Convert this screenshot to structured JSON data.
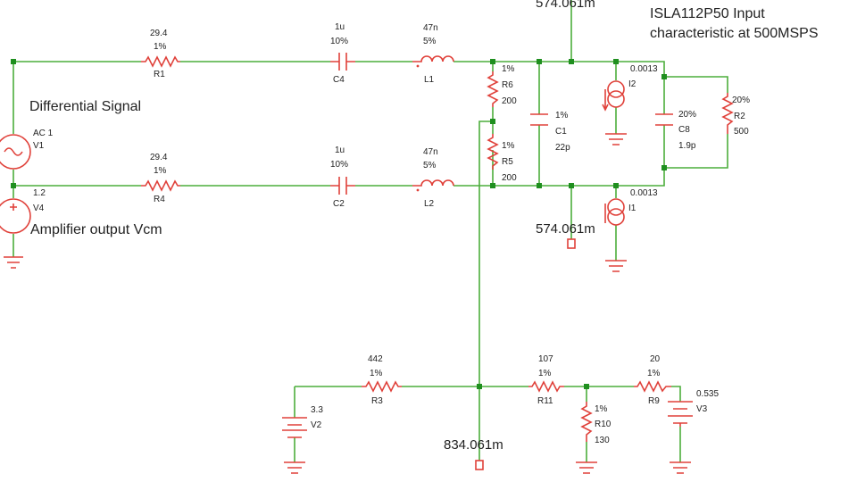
{
  "notes": {
    "title_line1": "ISLA112P50 Input",
    "title_line2": "characteristic at 500MSPS",
    "differential": "Differential Signal",
    "vcm": "Amplifier output Vcm"
  },
  "probes": {
    "top": "574.061m",
    "mid": "574.061m",
    "bottom": "834.061m"
  },
  "components": {
    "R1": {
      "name": "R1",
      "value": "29.4",
      "tol": "1%"
    },
    "R4": {
      "name": "R4",
      "value": "29.4",
      "tol": "1%"
    },
    "C4": {
      "name": "C4",
      "value": "1u",
      "tol": "10%"
    },
    "C2": {
      "name": "C2",
      "value": "1u",
      "tol": "10%"
    },
    "L1": {
      "name": "L1",
      "value": "47n",
      "tol": "5%"
    },
    "L2": {
      "name": "L2",
      "value": "47n",
      "tol": "5%"
    },
    "R6": {
      "name": "R6",
      "value": "200",
      "tol": "1%"
    },
    "R5": {
      "name": "R5",
      "value": "200",
      "tol": "1%"
    },
    "C1": {
      "name": "C1",
      "value": "22p",
      "tol": "1%"
    },
    "I2": {
      "name": "I2",
      "value": "0.0013"
    },
    "I1": {
      "name": "I1",
      "value": "0.0013"
    },
    "C8": {
      "name": "C8",
      "value": "1.9p",
      "tol": "20%"
    },
    "R2": {
      "name": "R2",
      "value": "500",
      "tol": "20%"
    },
    "V1": {
      "name": "V1",
      "value": "AC 1"
    },
    "V4": {
      "name": "V4",
      "value": "1.2"
    },
    "R3": {
      "name": "R3",
      "value": "442",
      "tol": "1%"
    },
    "R11": {
      "name": "R11",
      "value": "107",
      "tol": "1%"
    },
    "R9": {
      "name": "R9",
      "value": "20",
      "tol": "1%"
    },
    "R10": {
      "name": "R10",
      "value": "130",
      "tol": "1%"
    },
    "V2": {
      "name": "V2",
      "value": "3.3"
    },
    "V3": {
      "name": "V3",
      "value": "0.535"
    }
  },
  "colors": {
    "wire": "#4cae3c",
    "part": "#e0413a",
    "node": "#1f8f1f",
    "text": "#222222"
  }
}
